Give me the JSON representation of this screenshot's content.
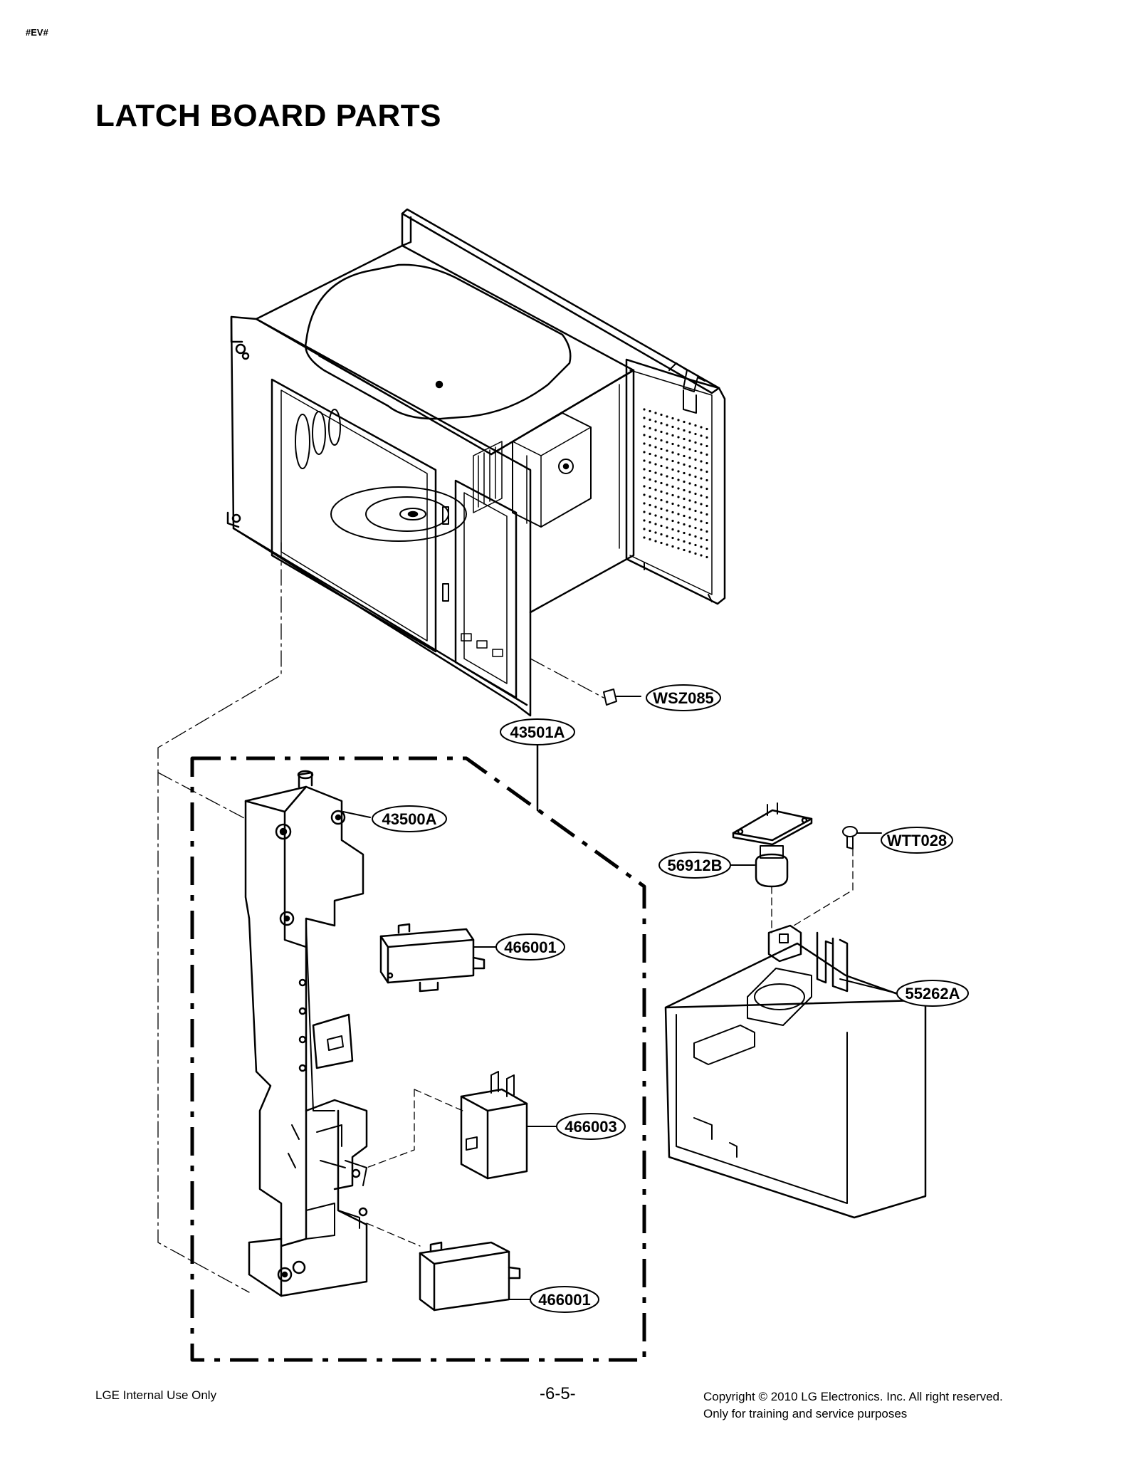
{
  "page": {
    "tag": "#EV#",
    "title": "LATCH BOARD PARTS"
  },
  "parts": [
    {
      "id": "wsz085",
      "label": "WSZ085"
    },
    {
      "id": "p43501a",
      "label": "43501A"
    },
    {
      "id": "p43500a",
      "label": "43500A"
    },
    {
      "id": "p466001_top",
      "label": "466001"
    },
    {
      "id": "p466003",
      "label": "466003"
    },
    {
      "id": "p466001_bottom",
      "label": "466001"
    },
    {
      "id": "wtt028",
      "label": "WTT028"
    },
    {
      "id": "p56912b",
      "label": "56912B"
    },
    {
      "id": "p55262a",
      "label": "55262A"
    }
  ],
  "footer": {
    "left": "LGE Internal Use Only",
    "center": "-6-5-",
    "right_line1": "Copyright © 2010 LG Electronics. Inc. All right reserved.",
    "right_line2": "Only for training and service purposes"
  }
}
